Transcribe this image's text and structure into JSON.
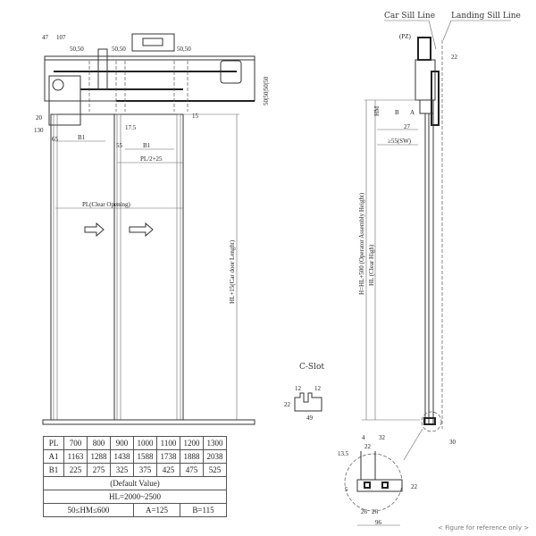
{
  "labels": {
    "car_sill_line": "Car Sill Line",
    "landing_sill_line": "Landing Sill Line",
    "c_slot": "C-Slot",
    "note": "< Figure for reference only >",
    "clear_opening": "PL(Clear Opening)",
    "car_door_length": "HL+15(Car door Lenght)",
    "operator_height": "H=HL+500 (Operator Assembly Height)",
    "clear_high": "HL (Clear High)",
    "half_pl": "PL/2+25",
    "pz": "(PZ)",
    "hm": "HM",
    "a": "A",
    "b": "B",
    "sw": "≥55(SW)",
    "b1_left": "B1",
    "b1_mid": "B1"
  },
  "dims": {
    "d47": "47",
    "d107": "107",
    "d5050a": "50,50",
    "d5050b": "50,50",
    "d5050c": "50,50",
    "d20": "20",
    "d130": "130",
    "d65": "65",
    "d175": "17.5",
    "d15": "15",
    "d55": "55",
    "right_stack": "50|50|50|50",
    "d22_top": "22",
    "d27": "27",
    "d30": "30",
    "c12a": "12",
    "c12b": "12",
    "c22": "22",
    "c49": "49",
    "s4": "4",
    "s32": "32",
    "s22": "22",
    "s135": "13.5",
    "s5": "5",
    "s22b": "22",
    "s26a": "26",
    "s26b": "26",
    "s96": "96"
  },
  "table": {
    "rows": [
      [
        "PL",
        "700",
        "800",
        "900",
        "1000",
        "1100",
        "1200",
        "1300"
      ],
      [
        "A1",
        "1163",
        "1288",
        "1438",
        "1588",
        "1738",
        "1888",
        "2038"
      ],
      [
        "B1",
        "225",
        "275",
        "325",
        "375",
        "425",
        "475",
        "525"
      ]
    ],
    "default_value": "(Default Value)",
    "hl_range": "HL=2000~2500",
    "hm_range": "50≤HM≤600",
    "a_value": "A=125",
    "b_value": "B=115"
  }
}
